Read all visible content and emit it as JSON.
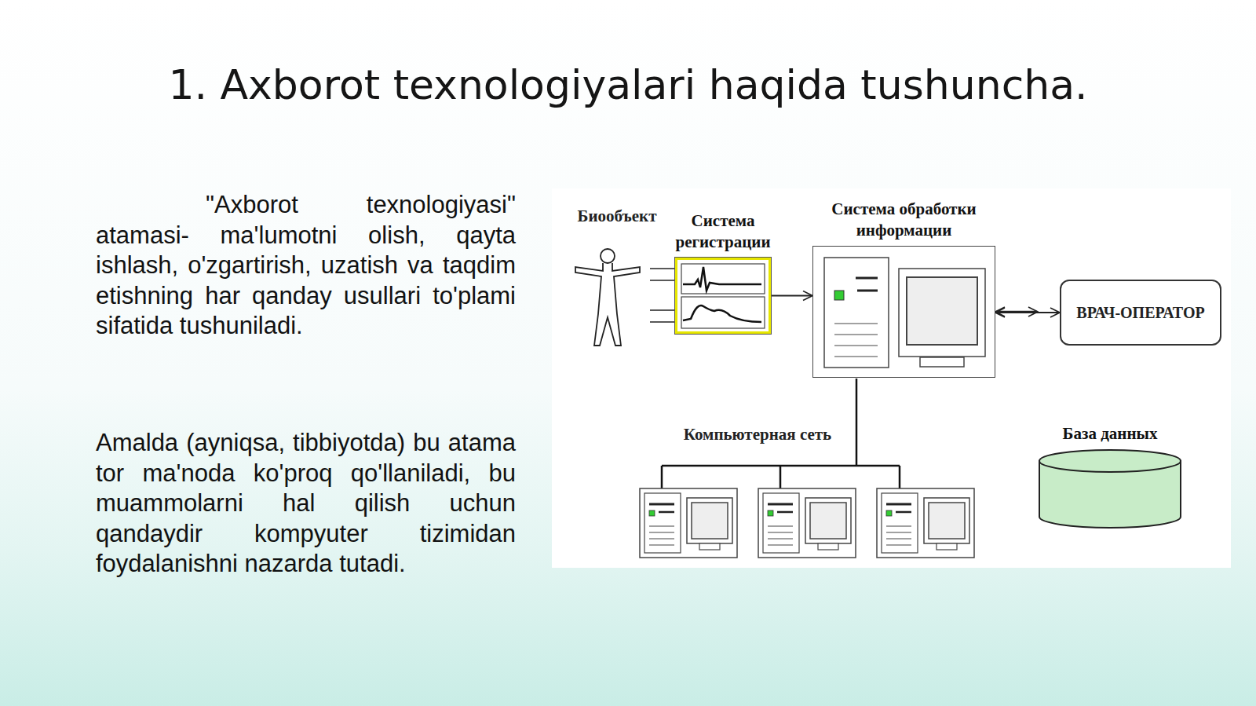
{
  "diagram": {
    "title": "1. Axborot texnologiyalari haqida tushuncha.",
    "nodes": [
      {
        "text": [
          "Система регистрации"
        ]
      },
      {
        "text": [
          "Система обработки информации"
        ]
      },
      {
        "text": [
          "ВРАЧ-ОПЕРАТОР"
        ]
      },
      {
        "text": [
          "База данных"
        ]
      }
    ],
    "edges": [
      {
        "from": 0,
        "to": 1,
        "arrow": "to"
      },
      {
        "from": 1,
        "to": 2,
        "arrow": "both"
      },
      {
        "from": 1,
        "to": 3,
        "arrow": "both"
      }
    ],
    "labels": [
      "\"Axborot texnologiyasi\" atamasi- ma'lumotni olish, qayta ishlash, o'zgartirish, uzatish va taqdim etishning har qanday usullari to'plami sifatida tushuniladi.",
      "Amalda (ayniqsa, tibbiyotda) bu atama tor ma'noda ko'proq qo'llaniladi, bu muammolarni hal qilish uchun qandaydir kompyuter tizimidan foydalanishni nazarda tutadi.",
      "Биообъект",
      "Компьютерная сеть"
    ]
  }
}
